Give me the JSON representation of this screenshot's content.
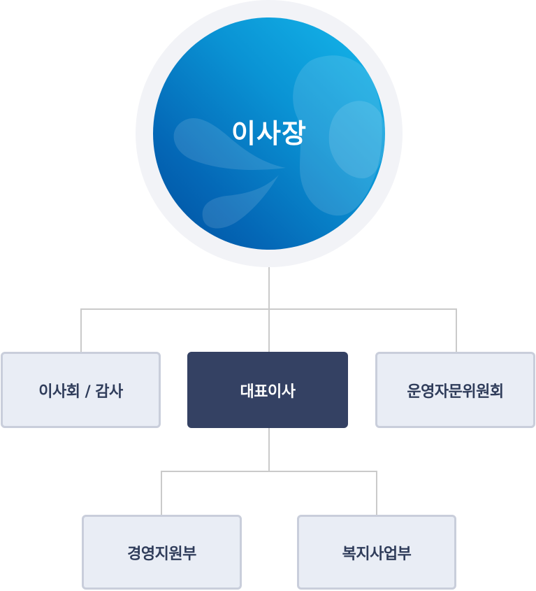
{
  "org_chart": {
    "top": {
      "label": "이사장"
    },
    "level1": [
      {
        "label": "이사회 / 감사",
        "style": "light"
      },
      {
        "label": "대표이사",
        "style": "dark"
      },
      {
        "label": "운영자문위원회",
        "style": "light"
      }
    ],
    "level2": [
      {
        "label": "경영지원부",
        "style": "light"
      },
      {
        "label": "복지사업부",
        "style": "light"
      }
    ]
  },
  "colors": {
    "dark_box": "#344163",
    "light_box": "#e9edf5",
    "light_box_border": "#c9cedb",
    "text_dark": "#2f3c5a",
    "connector": "#cacaca",
    "ring": "#f2f3f7",
    "circle_gradient_start": "#16b9ec",
    "circle_gradient_end": "#004f9e"
  }
}
